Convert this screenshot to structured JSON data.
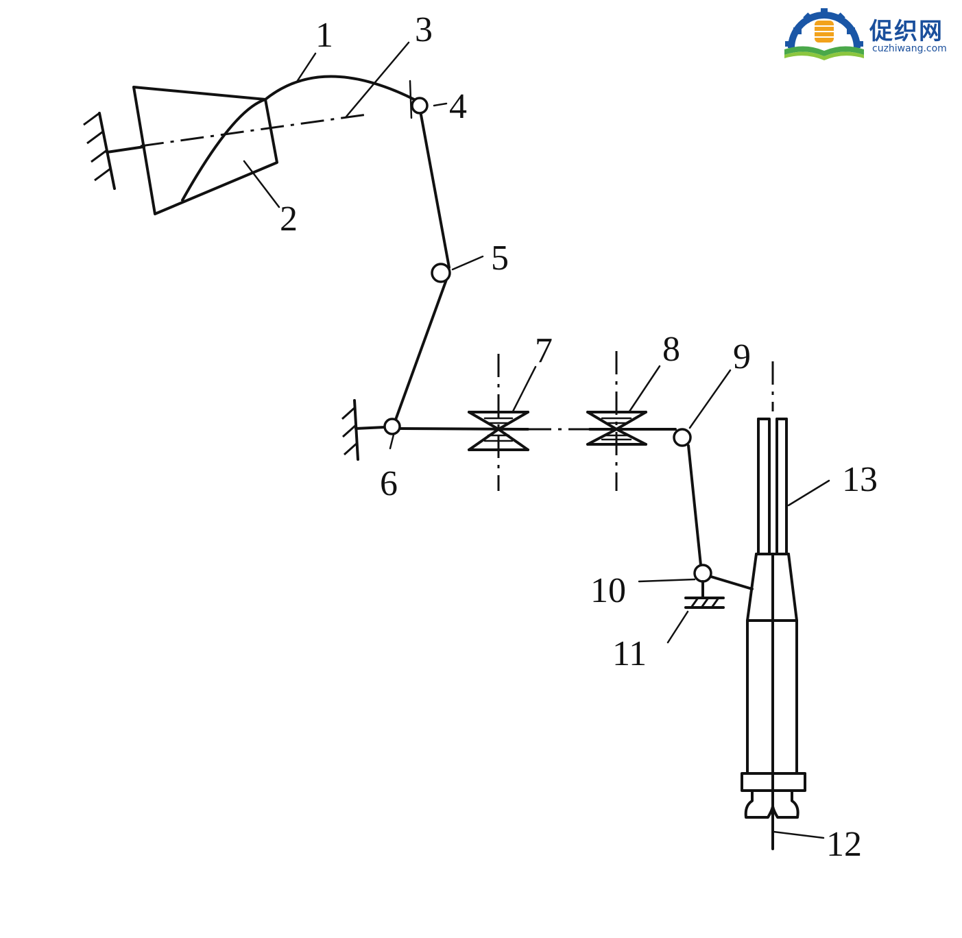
{
  "watermark": {
    "name": "促织网",
    "url": "cuzhiwang.com",
    "colors": {
      "gear": "#1a56a6",
      "spool": "#f2a21b",
      "book": "#4aa84a",
      "text": "#1a4f9c"
    }
  },
  "diagram": {
    "labels": {
      "l1": "1",
      "l2": "2",
      "l3": "3",
      "l4": "4",
      "l5": "5",
      "l6": "6",
      "l7": "7",
      "l8": "8",
      "l9": "9",
      "l10": "10",
      "l11": "11",
      "l12": "12",
      "l13": "13"
    }
  }
}
